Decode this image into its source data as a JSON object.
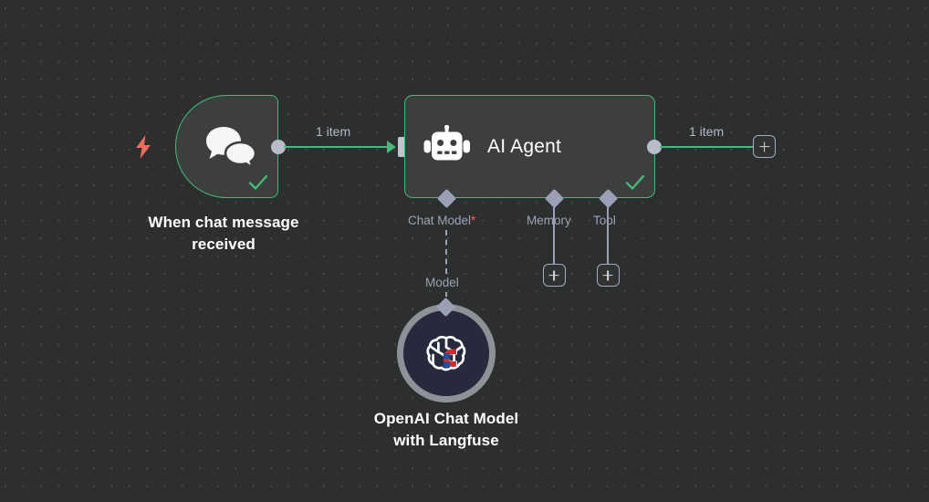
{
  "canvas": {
    "background_color": "#2d2e2e",
    "grid_dot_color": "#464748"
  },
  "colors": {
    "success_green": "#45b97c",
    "node_fill": "#3d3e3e",
    "connector_gray": "#9ca0b7",
    "required_red": "#ef6b5b",
    "trigger_bolt": "#ef6b5b"
  },
  "nodes": {
    "trigger": {
      "label": "When chat message\nreceived",
      "icon": "chat-bubbles-icon",
      "status": "success",
      "trigger_icon": "lightning-bolt-icon"
    },
    "agent": {
      "title": "AI Agent",
      "label": "",
      "icon": "robot-icon",
      "status": "success",
      "sub_ports": [
        {
          "label": "Chat Model",
          "required": "*",
          "connected": true,
          "connection_label": "Model"
        },
        {
          "label": "Memory",
          "required": "",
          "connected": false,
          "connection_label": ""
        },
        {
          "label": "Tool",
          "required": "",
          "connected": false,
          "connection_label": ""
        }
      ]
    },
    "model": {
      "label": "OpenAI Chat Model\nwith Langfuse",
      "icon": "openai-langfuse-icon"
    }
  },
  "connections": {
    "trigger_to_agent": {
      "label": "1 item"
    },
    "agent_output": {
      "label": "1 item"
    }
  },
  "buttons": {
    "add_output": "+",
    "add_memory": "+",
    "add_tool": "+"
  }
}
